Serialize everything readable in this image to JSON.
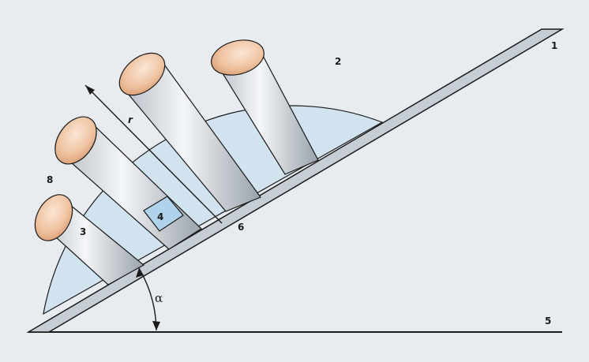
{
  "colors": {
    "background": "#e8ebef",
    "sector_fill": "#d2e3f0",
    "outline": "#1a1a1a",
    "rod_body_light": "#f4f6f8",
    "rod_body_dark": "#a4abb3",
    "rod_end_face": "#e9b58f",
    "specimen_fill": "#aed3ea"
  },
  "labels": {
    "plate": "1",
    "sector_arc": "2",
    "rod": "3",
    "specimen": "4",
    "ground": "5",
    "contact": "6",
    "sector": "8",
    "radius": "r",
    "angle": "α"
  }
}
